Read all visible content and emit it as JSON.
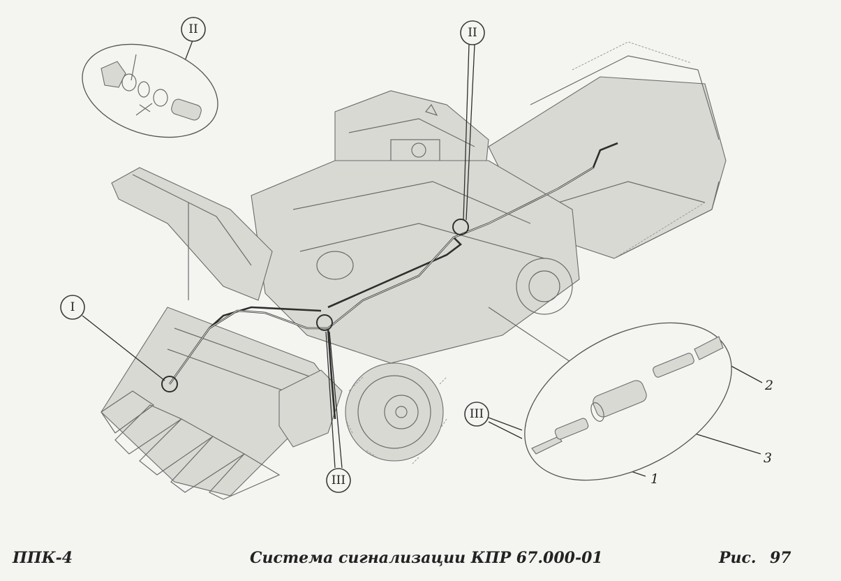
{
  "callouts": {
    "detail_left_top": "II",
    "main_top": "II",
    "left": "I",
    "bottom": "III",
    "detail_right": "III"
  },
  "part_numbers": {
    "p1": "1",
    "p2": "2",
    "p3": "3"
  },
  "footer": {
    "left": "ППК-4",
    "title": "Система сигнализации КПР 67.000-01",
    "fig_label": "Рис.",
    "fig_number": "97"
  }
}
